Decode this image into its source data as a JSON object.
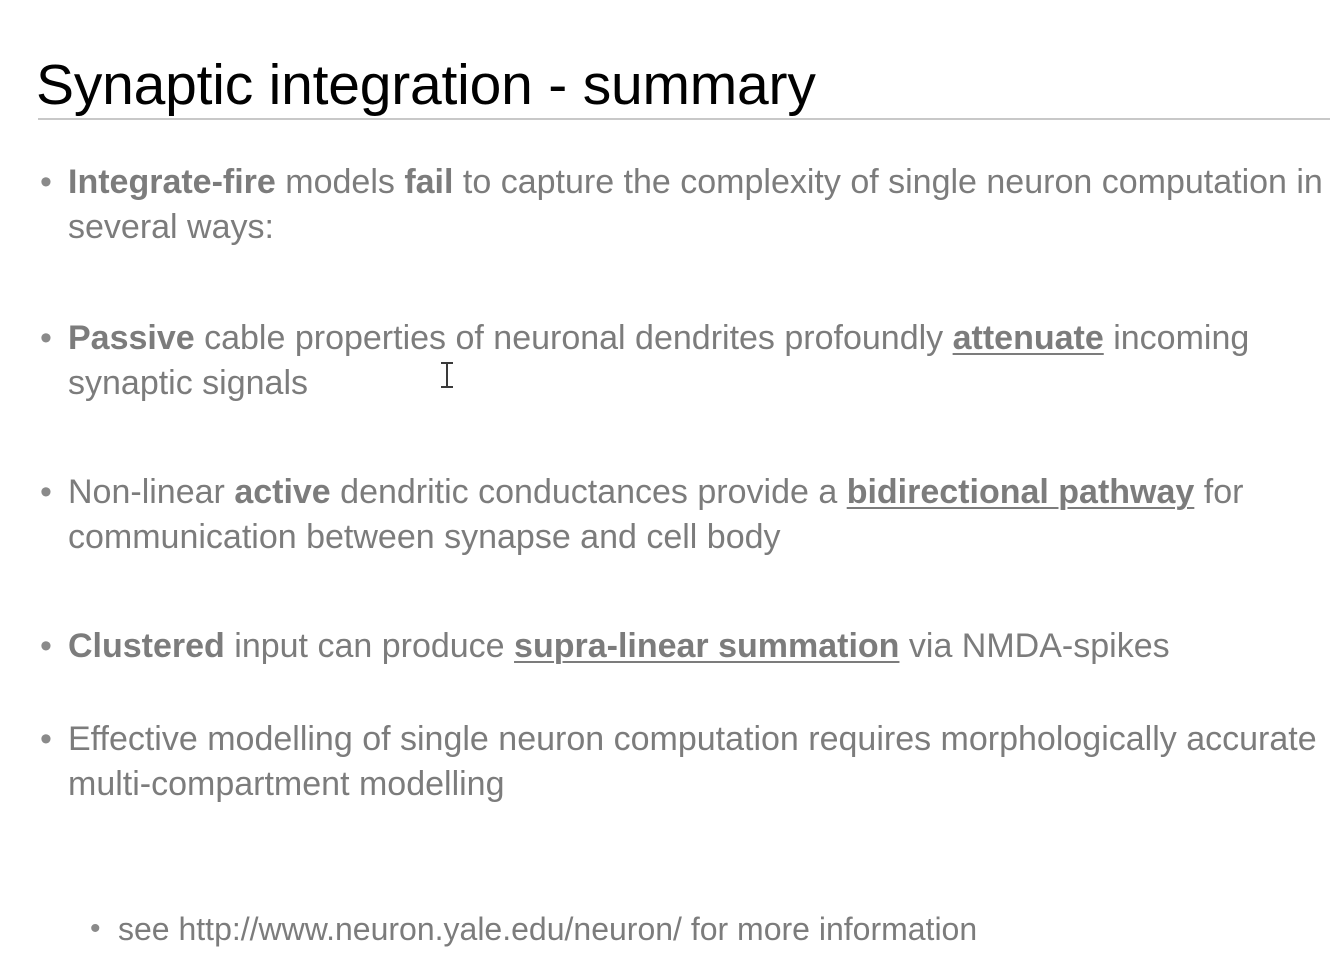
{
  "slide": {
    "title": "Synaptic integration - summary",
    "bullet_marker": "•",
    "sub_bullet_marker": "•",
    "colors": {
      "title_text": "#010101",
      "body_text": "#7c7c7c",
      "rule": "#c8c8c8",
      "background": "#ffffff",
      "cursor": "#3a3a3a"
    },
    "bullets": [
      {
        "id": "integrate-fire",
        "runs": [
          {
            "text": "Integrate-fire",
            "style": "bold"
          },
          {
            "text": " models ",
            "style": "normal"
          },
          {
            "text": "fail",
            "style": "bold"
          },
          {
            "text": " to capture the complexity of single neuron computation in several ways:",
            "style": "normal"
          }
        ]
      },
      {
        "id": "passive-cable",
        "runs": [
          {
            "text": "Passive",
            "style": "bold"
          },
          {
            "text": " cable properties of neuronal dendrites profoundly ",
            "style": "normal"
          },
          {
            "text": "attenuate",
            "style": "bold-underline"
          },
          {
            "text": " incoming synaptic signals",
            "style": "normal"
          }
        ]
      },
      {
        "id": "active-conductances",
        "runs": [
          {
            "text": "Non-linear ",
            "style": "normal"
          },
          {
            "text": "active",
            "style": "bold"
          },
          {
            "text": " dendritic conductances provide a ",
            "style": "normal"
          },
          {
            "text": "bidirectional pathway",
            "style": "bold-underline"
          },
          {
            "text": " for communication between synapse and cell body",
            "style": "normal"
          }
        ]
      },
      {
        "id": "clustered-input",
        "runs": [
          {
            "text": "Clustered",
            "style": "bold"
          },
          {
            "text": " input can produce ",
            "style": "normal"
          },
          {
            "text": "supra-linear summation",
            "style": "bold-underline"
          },
          {
            "text": " via NMDA-spikes",
            "style": "normal"
          }
        ]
      },
      {
        "id": "effective-modelling",
        "runs": [
          {
            "text": "Effective modelling of single neuron computation requires morphologically accurate multi-compartment modelling",
            "style": "normal"
          }
        ]
      }
    ],
    "sub_bullets": [
      {
        "id": "neuron-url",
        "text": "see http://www.neuron.yale.edu/neuron/ for more information"
      }
    ]
  }
}
